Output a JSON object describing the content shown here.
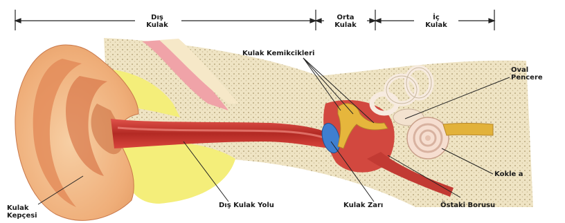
{
  "regions": {
    "outer": "Dış\nKulak",
    "middle": "Orta\nKulak",
    "inner": "İç\nKulak"
  },
  "labels": {
    "ossicles": "Kulak Kemikcikleri",
    "oval_window": "Oval\nPencere",
    "cochlea": "Kokle a",
    "pinna": "Kulak\nKepçesi",
    "ear_canal": "Dış Kulak Yolu",
    "eardrum": "Kulak Zarı",
    "eustachian": "Östaki Borusu"
  },
  "colors": {
    "skin": "#f2b98a",
    "skin_dark": "#d9834e",
    "canal": "#c8362e",
    "bone_fill": "#efe4c4",
    "cartilage": "#f4ee7a",
    "eardrum": "#3f7fd0",
    "leader": "#222222"
  }
}
